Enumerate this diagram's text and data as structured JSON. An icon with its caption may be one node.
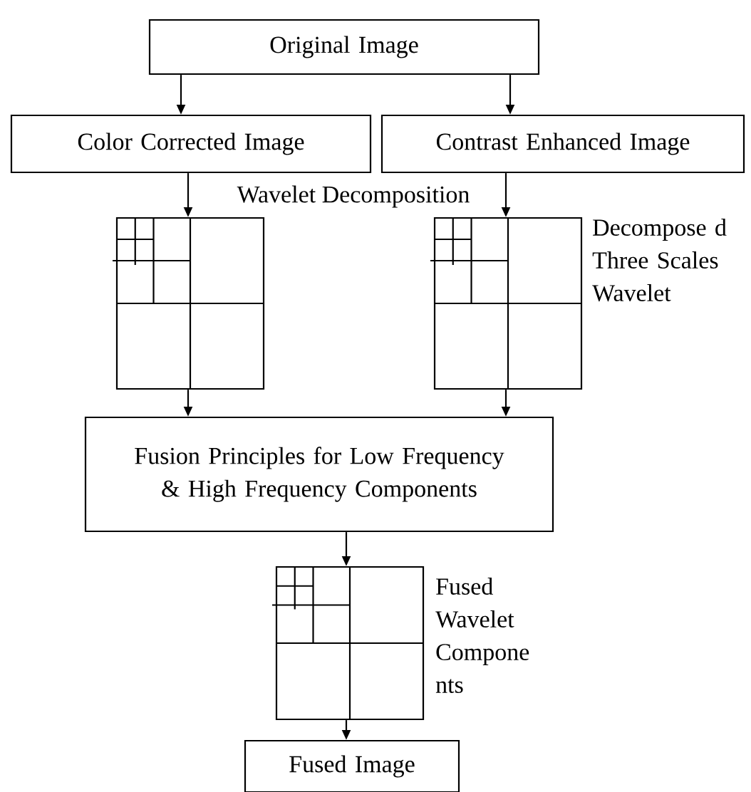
{
  "diagram": {
    "nodes": [
      {
        "text": [
          "Original Image"
        ]
      },
      {
        "text": [
          "Color Corrected Image"
        ]
      },
      {
        "text": [
          "Contrast Enhanced Image"
        ]
      },
      {
        "text": [],
        "shape": "box"
      },
      {
        "text": [],
        "shape": "box",
        "beside": [
          "Decompose d Three Scales Wavelet"
        ]
      },
      {
        "text": [
          "Fusion Principles for Low Frequency & High Frequency Components"
        ]
      },
      {
        "text": [],
        "shape": "box",
        "beside": [
          "Fused Wavelet Compone nts"
        ]
      },
      {
        "text": [
          "Fused Image"
        ]
      }
    ],
    "edges": [
      {
        "from": 0,
        "to": 1,
        "arrow": "to"
      },
      {
        "from": 0,
        "to": 2,
        "arrow": "to"
      },
      {
        "from": 1,
        "to": 3,
        "arrow": "to"
      },
      {
        "from": 2,
        "to": 4,
        "arrow": "to"
      },
      {
        "from": 3,
        "to": 5,
        "arrow": "to"
      },
      {
        "from": 4,
        "to": 5,
        "arrow": "to"
      },
      {
        "from": 5,
        "to": 6,
        "arrow": "to"
      },
      {
        "from": 6,
        "to": 7,
        "arrow": "to"
      }
    ],
    "labels": [
      "Wavelet Decomposition"
    ]
  }
}
